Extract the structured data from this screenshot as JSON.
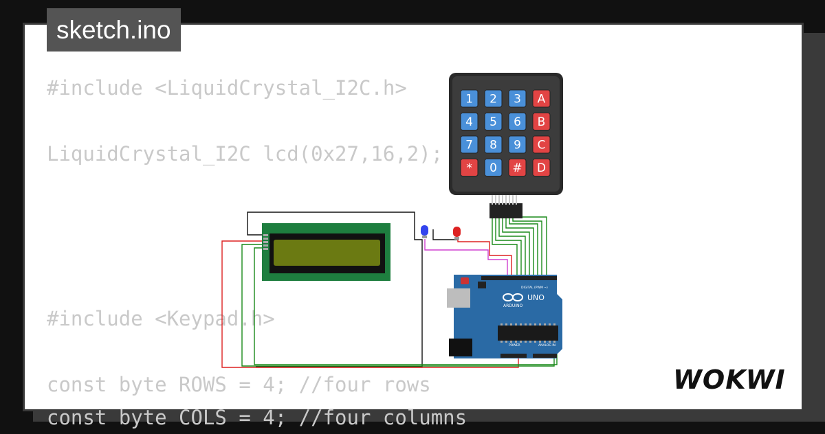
{
  "file_tab": {
    "label": "sketch.ino"
  },
  "code_lines": [
    "#include <LiquidCrystal_I2C.h>",
    "",
    "LiquidCrystal_I2C lcd(0x27,16,2);",
    "",
    "",
    "",
    "",
    "#include <Keypad.h>",
    "",
    "const byte ROWS = 4; //four rows",
    "const byte COLS = 4; //four columns"
  ],
  "keypad": {
    "keys": [
      [
        "1",
        "2",
        "3",
        "A"
      ],
      [
        "4",
        "5",
        "6",
        "B"
      ],
      [
        "7",
        "8",
        "9",
        "C"
      ],
      [
        "*",
        "0",
        "#",
        "D"
      ]
    ],
    "colors": {
      "body": "#3c3c3c",
      "digit": "#4a90d9",
      "letter": "#e24444"
    }
  },
  "arduino": {
    "model_label": "UNO",
    "brand_label": "ARDUINO",
    "digital_label": "DIGITAL (PWM ~)",
    "power_label": "POWER",
    "analog_label": "ANALOG IN",
    "board_color": "#2a6aa5"
  },
  "lcd": {
    "pcb_color": "#1e7e3f",
    "screen_color": "#6b7a12"
  },
  "leds": [
    {
      "name": "blue-led",
      "color": "#3344ee"
    },
    {
      "name": "red-led",
      "color": "#dd2222"
    }
  ],
  "brand": {
    "logo": "WOKWI",
    "logo_color": "#111111"
  }
}
